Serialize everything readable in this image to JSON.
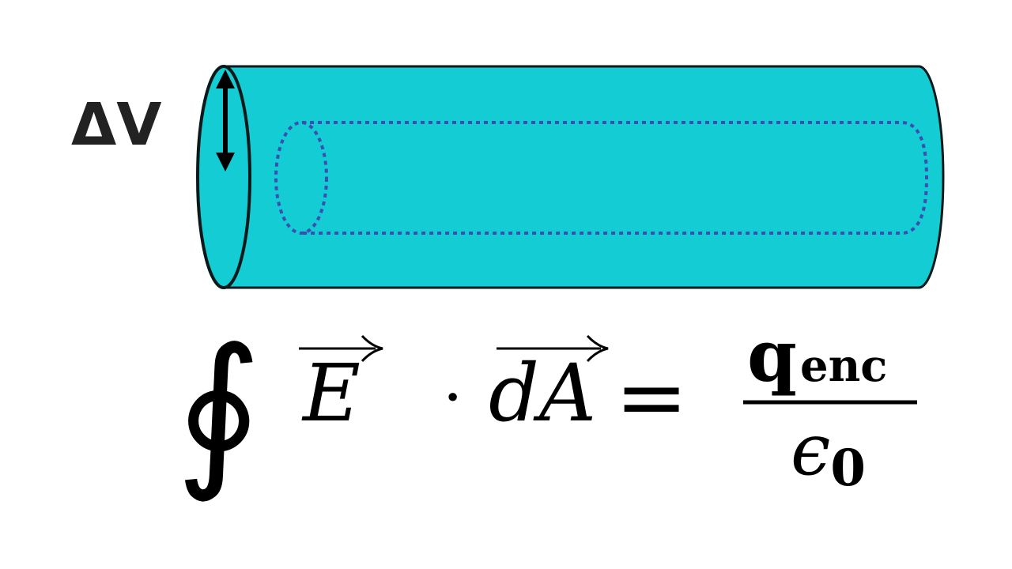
{
  "diagram": {
    "label_delta_v": "ΔV",
    "colors": {
      "cylinder_fill": "#14CCD4",
      "outline": "#0a1a1a",
      "gaussian_surface": "#3a4fb0"
    },
    "equation": {
      "integral_symbol": "∮",
      "field": "E",
      "dot": "·",
      "area_element": "dA",
      "equals": "=",
      "numerator": "q",
      "numerator_subscript": "enc",
      "denominator": "ϵ",
      "denominator_subscript": "0"
    }
  }
}
